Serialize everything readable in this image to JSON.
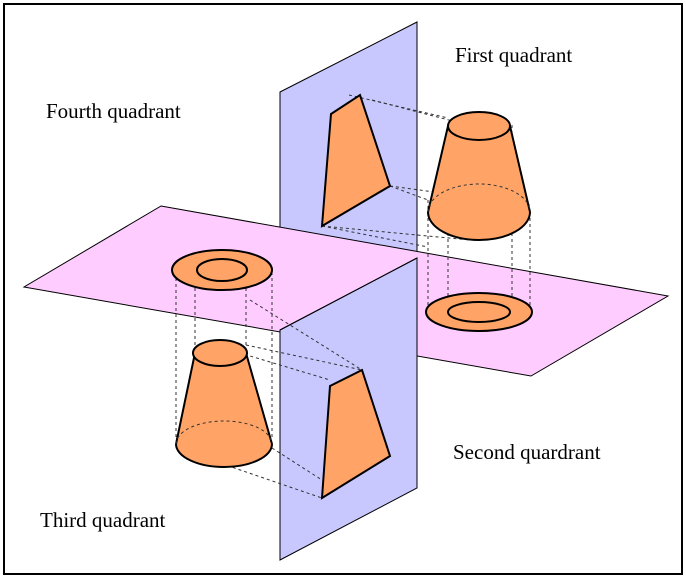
{
  "labels": {
    "first": "First quadrant",
    "second": "Second quardrant",
    "third": "Third quadrant",
    "fourth": "Fourth quadrant"
  },
  "colors": {
    "horizontal_plane": "#ffccff",
    "vertical_plane": "#c8c8ff",
    "solid": "#ffa366",
    "outline": "#000000"
  }
}
